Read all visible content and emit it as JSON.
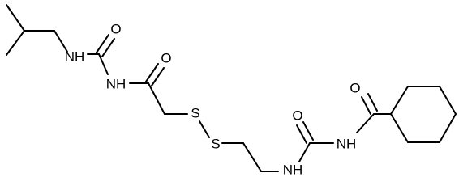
{
  "molecule": {
    "atoms": {
      "nh1": "NH",
      "o1": "O",
      "nh2": "NH",
      "o2": "O",
      "s1": "S",
      "s2": "S",
      "nh3": "NH",
      "o3": "O",
      "nh4": "NH",
      "o4": "O"
    },
    "colors": {
      "bond": "#000000",
      "label": "#000000",
      "background": "#ffffff"
    }
  }
}
